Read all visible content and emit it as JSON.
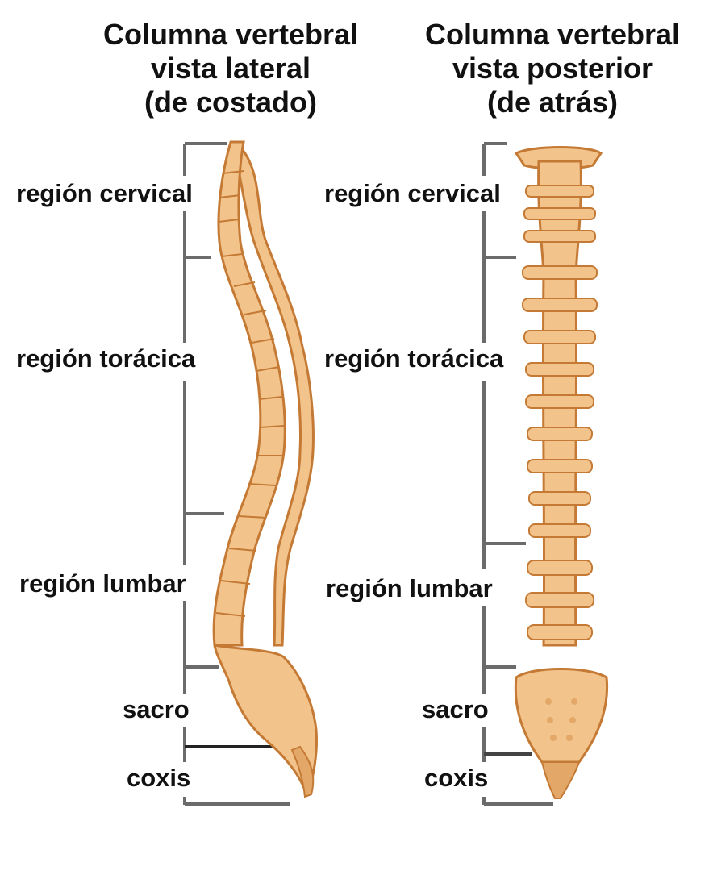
{
  "lateral": {
    "title": [
      "Columna vertebral",
      "vista lateral",
      "(de costado)"
    ],
    "labels": {
      "cervical": "región cervical",
      "toracica": "región torácica",
      "lumbar": "región lumbar",
      "sacro": "sacro",
      "coxis": "coxis"
    }
  },
  "posterior": {
    "title": [
      "Columna vertebral",
      "vista posterior",
      "(de atrás)"
    ],
    "labels": {
      "cervical": "región cervical",
      "toracica": "región torácica",
      "lumbar": "región lumbar",
      "sacro": "sacro",
      "coxis": "coxis"
    }
  },
  "colors": {
    "bone": "#f2c48c",
    "bone_outline": "#c47a34",
    "bone_shade": "#e3a868",
    "bracket": "#6b6b6b"
  }
}
